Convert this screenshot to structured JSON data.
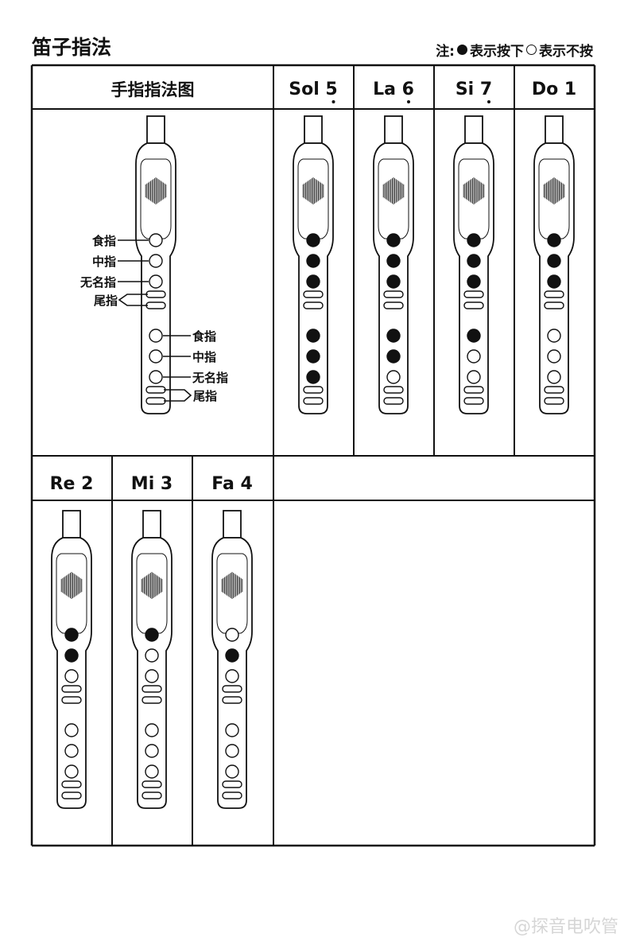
{
  "title": "笛子指法",
  "legend": {
    "prefix": "注:",
    "pressed_text": "表示按下",
    "open_text": "表示不按",
    "pressed_icon": "filled-circle-icon",
    "open_icon": "open-circle-icon"
  },
  "diagram_header": "手指指法图",
  "finger_labels": {
    "upper": [
      "食指",
      "中指",
      "无名指",
      "尾指"
    ],
    "lower": [
      "食指",
      "中指",
      "无名指",
      "尾指"
    ]
  },
  "notes": [
    {
      "name": "Sol",
      "digit": "5",
      "octave_dot": "below",
      "holes": [
        1,
        1,
        1,
        1,
        1,
        1
      ]
    },
    {
      "name": "La",
      "digit": "6",
      "octave_dot": "below",
      "holes": [
        1,
        1,
        1,
        1,
        1,
        0
      ]
    },
    {
      "name": "Si",
      "digit": "7",
      "octave_dot": "below",
      "holes": [
        1,
        1,
        1,
        1,
        0,
        0
      ]
    },
    {
      "name": "Do",
      "digit": "1",
      "octave_dot": "none",
      "holes": [
        1,
        1,
        1,
        0,
        0,
        0
      ]
    },
    {
      "name": "Re",
      "digit": "2",
      "octave_dot": "none",
      "holes": [
        1,
        1,
        0,
        0,
        0,
        0
      ]
    },
    {
      "name": "Mi",
      "digit": "3",
      "octave_dot": "none",
      "holes": [
        1,
        0,
        0,
        0,
        0,
        0
      ]
    },
    {
      "name": "Fa",
      "digit": "4",
      "octave_dot": "none",
      "holes": [
        0,
        1,
        0,
        0,
        0,
        0
      ]
    }
  ],
  "watermark": "@探音电吹管"
}
